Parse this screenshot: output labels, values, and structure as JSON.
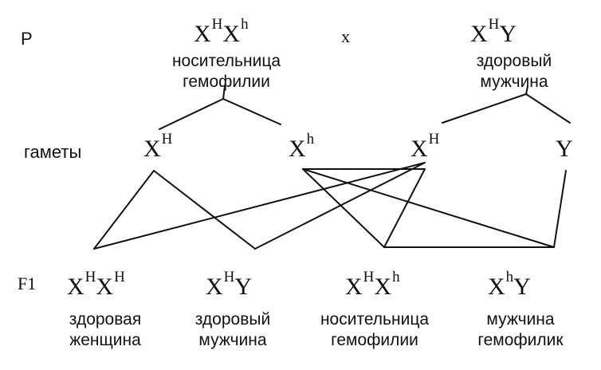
{
  "row_labels": {
    "p": "P",
    "gametes": "гаметы",
    "f1": "F1"
  },
  "cross_symbol": "x",
  "parents": {
    "mother": {
      "letter1": "X",
      "sup1": "H",
      "letter2": "X",
      "sup2": "h",
      "desc_line1": "носительница",
      "desc_line2": "гемофилии"
    },
    "father": {
      "letter1": "X",
      "sup1": "H",
      "letter2": "Y",
      "desc_line1": "здоровый",
      "desc_line2": "мужчина"
    }
  },
  "gametes": [
    {
      "letter": "X",
      "sup": "H"
    },
    {
      "letter": "X",
      "sup": "h"
    },
    {
      "letter": "X",
      "sup": "H"
    },
    {
      "letter": "Y"
    }
  ],
  "offspring": [
    {
      "letter1": "X",
      "sup1": "H",
      "letter2": "X",
      "sup2": "H",
      "desc_line1": "здоровая",
      "desc_line2": "женщина"
    },
    {
      "letter1": "X",
      "sup1": "H",
      "letter2": "Y",
      "desc_line1": "здоровый",
      "desc_line2": "мужчина"
    },
    {
      "letter1": "X",
      "sup1": "H",
      "letter2": "X",
      "sup2": "h",
      "desc_line1": "носительница",
      "desc_line2": "гемофилии"
    },
    {
      "letter1": "X",
      "sup1": "h",
      "letter2": "Y",
      "desc_line1": "мужчина",
      "desc_line2": "гемофилик"
    }
  ]
}
